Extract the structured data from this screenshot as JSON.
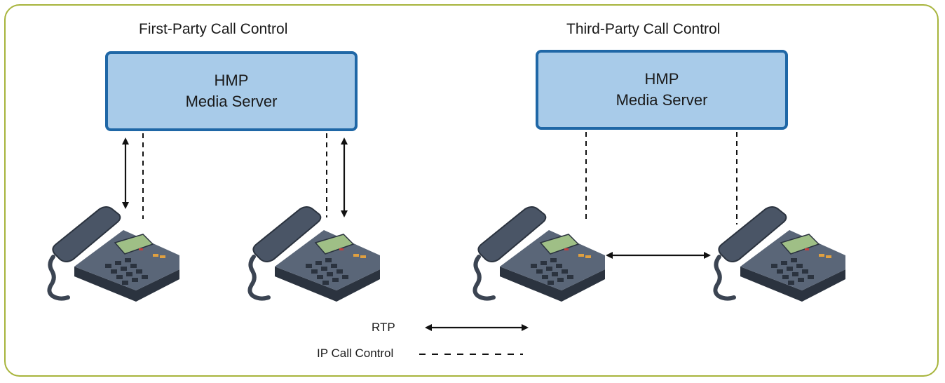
{
  "sections": [
    {
      "title": "First-Party Call Control",
      "server": {
        "line1": "HMP",
        "line2": "Media Server"
      }
    },
    {
      "title": "Third-Party Call Control",
      "server": {
        "line1": "HMP",
        "line2": "Media Server"
      }
    }
  ],
  "legend": {
    "rtp_label": "RTP",
    "ip_label": "IP Call Control"
  },
  "colors": {
    "frame": "#a7b43b",
    "server_fill": "#a8cbe9",
    "server_border": "#1f67a6",
    "phone_body": "#3f4a5a",
    "lcd": "#9fbf86"
  }
}
